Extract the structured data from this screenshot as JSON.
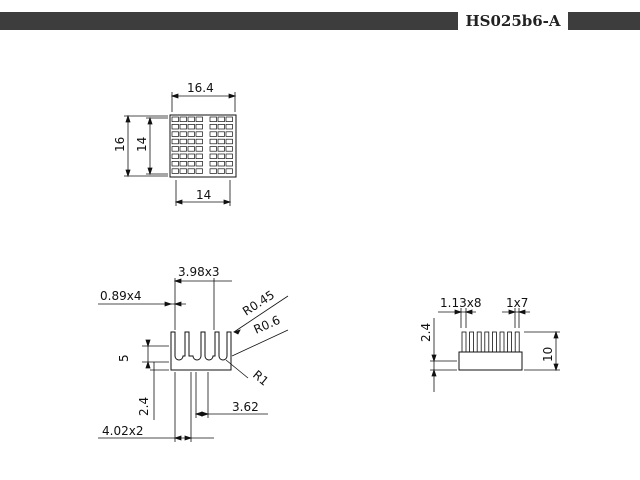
{
  "header": {
    "part_number": "HS025b6-A"
  },
  "top_view": {
    "dim_width_outer": "16.4",
    "dim_height_outer": "16",
    "dim_height_inner": "14",
    "dim_width_inner": "14"
  },
  "front_view": {
    "dim_fin_pitch": "3.98x3",
    "dim_fin_thickness": "0.89x4",
    "dim_radius_small": "R0.45",
    "dim_radius_mid": "R0.6",
    "dim_radius_large": "R1",
    "dim_fin_height": "5",
    "dim_base_height": "2.4",
    "dim_slot_width": "3.62",
    "dim_base_width": "4.02x2"
  },
  "side_view": {
    "dim_fin_pitch": "1.13x8",
    "dim_fin_thickness": "1x7",
    "dim_base_height": "2.4",
    "dim_total_height": "10"
  }
}
